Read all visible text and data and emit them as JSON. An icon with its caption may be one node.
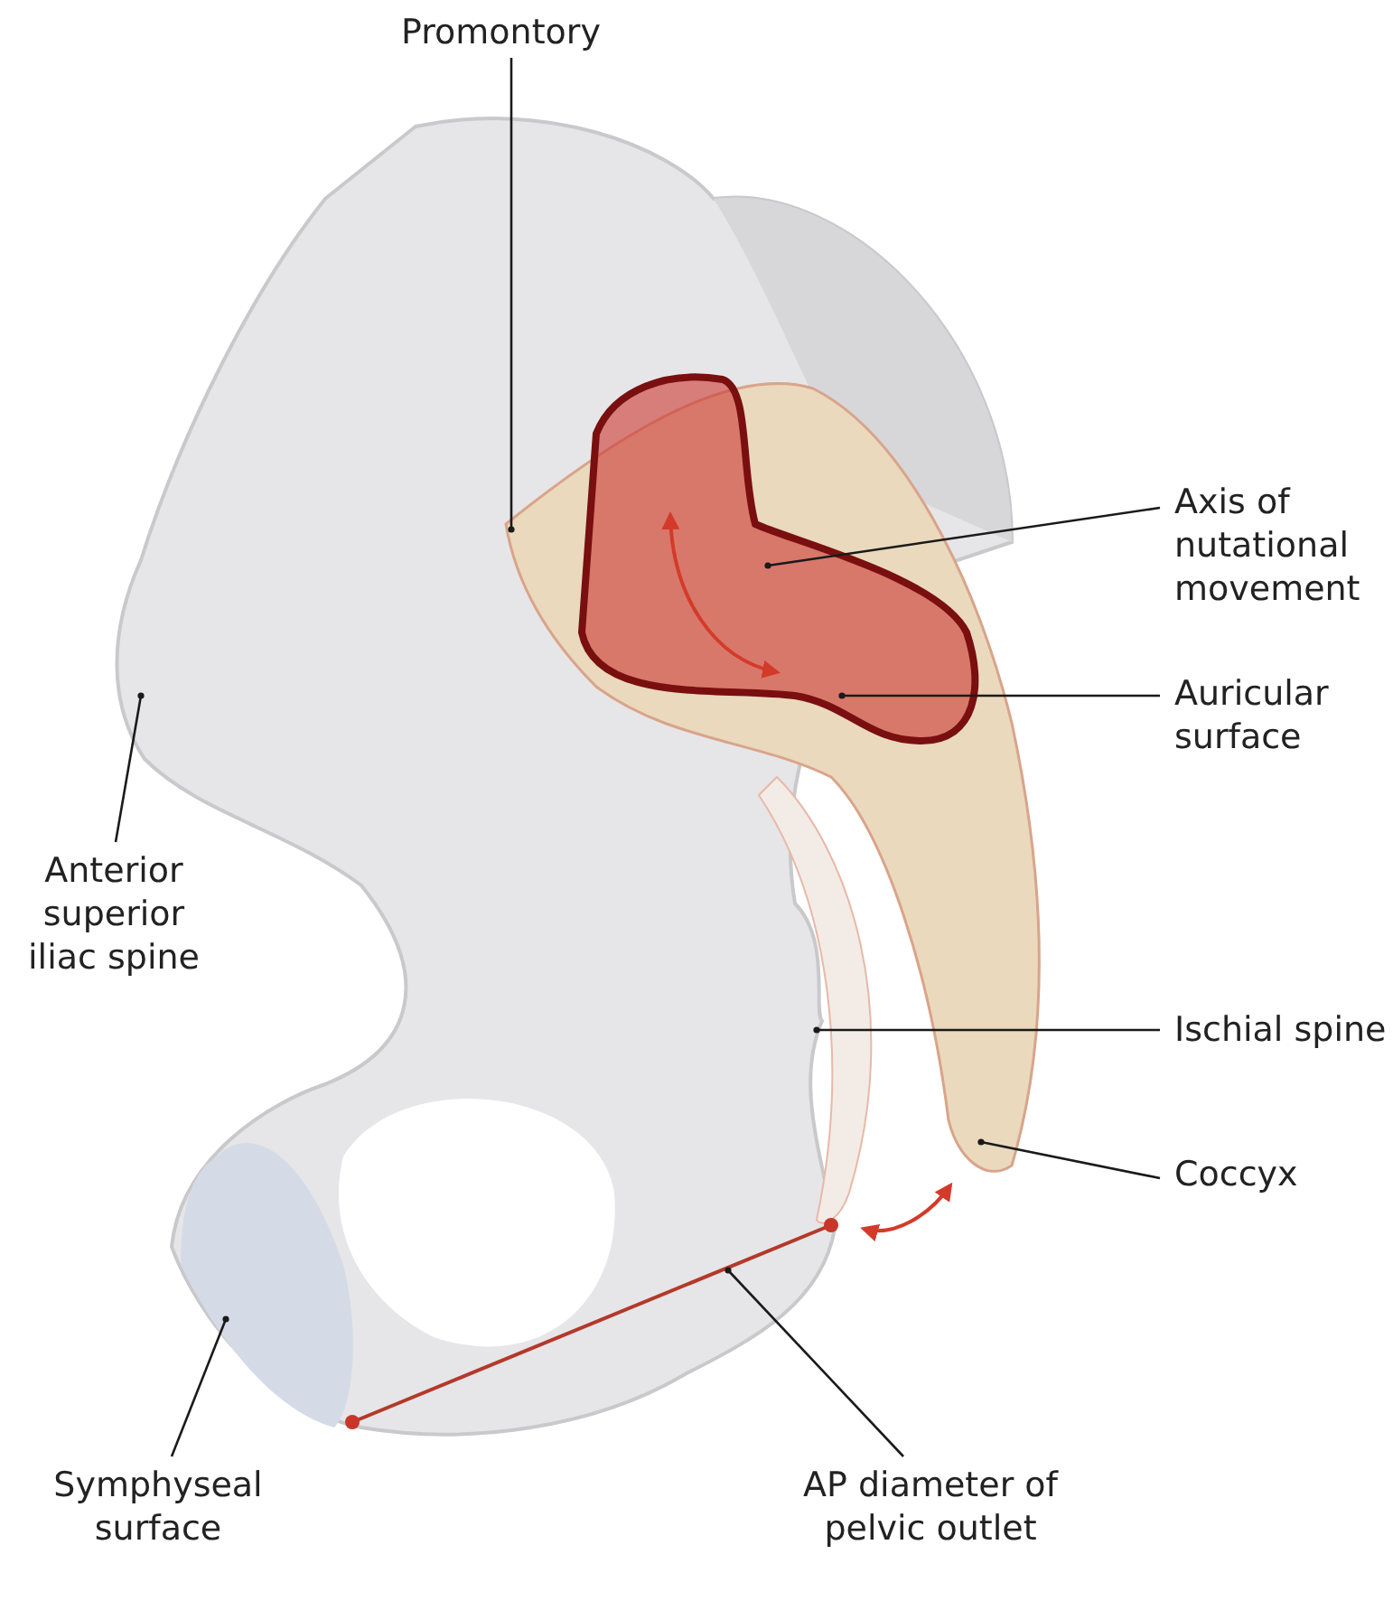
{
  "diagram": {
    "nodes": [
      {
        "text": [
          "Promontory"
        ]
      },
      {
        "text": [
          "Axis of nutational movement"
        ]
      },
      {
        "text": [
          "Auricular surface"
        ]
      },
      {
        "text": [
          "Anterior superior iliac spine"
        ]
      },
      {
        "text": [
          "Ischial spine"
        ]
      },
      {
        "text": [
          "Coccyx"
        ]
      },
      {
        "text": [
          "Symphyseal surface"
        ]
      },
      {
        "text": [
          "AP diameter of pelvic outlet"
        ]
      }
    ],
    "edges": [
      {
        "from": 0,
        "to": null,
        "arrow": "other"
      },
      {
        "from": 1,
        "to": null,
        "arrow": "other"
      },
      {
        "from": 2,
        "to": null,
        "arrow": "other"
      },
      {
        "from": 3,
        "to": null,
        "arrow": "other"
      },
      {
        "from": 4,
        "to": null,
        "arrow": "other"
      },
      {
        "from": 5,
        "to": null,
        "arrow": "other"
      },
      {
        "from": 6,
        "to": null,
        "arrow": "other"
      },
      {
        "from": 7,
        "to": null,
        "arrow": "other"
      }
    ]
  }
}
